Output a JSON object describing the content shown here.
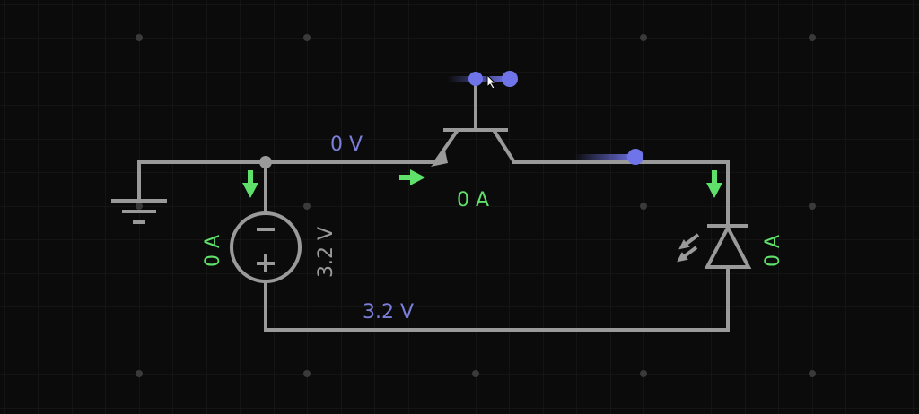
{
  "colors": {
    "background": "#0b0b0b",
    "grid": "#1f1f1f",
    "grid_dot": "#3a3a3a",
    "wire": "#9a9a9a",
    "voltage_text": "#7b7fd9",
    "current": "#5ee06a",
    "probe": "#6f74e8",
    "component_label": "#9a9a9a"
  },
  "labels": {
    "node_top_voltage": "0 V",
    "node_bottom_voltage": "3.2 V",
    "transistor_current": "0 A",
    "source_current": "0 A",
    "source_voltage": "3.2 V",
    "led_current": "0 A"
  },
  "components": {
    "ground": {
      "icon": "ground-icon"
    },
    "voltage_source": {
      "icon": "voltage-source-icon",
      "minus": "−",
      "plus": "+"
    },
    "transistor": {
      "icon": "npn-transistor-icon"
    },
    "led": {
      "icon": "led-icon"
    }
  }
}
